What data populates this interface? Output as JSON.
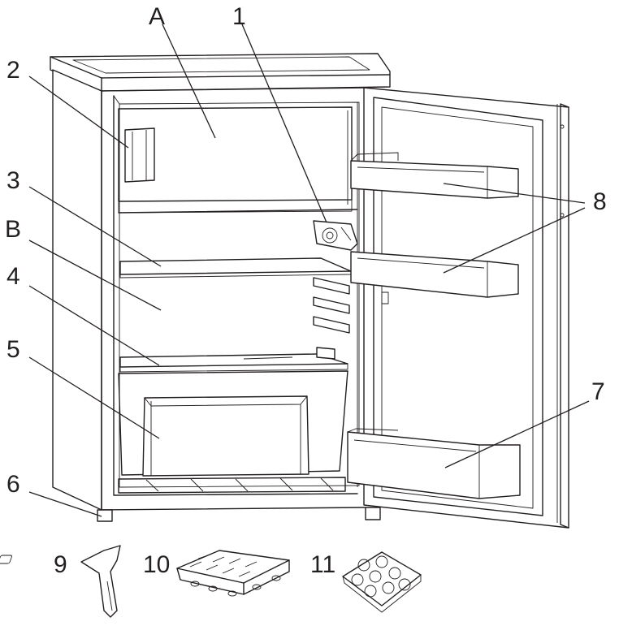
{
  "callouts": {
    "A": "A",
    "B": "B",
    "n1": "1",
    "n2": "2",
    "n3": "3",
    "n4": "4",
    "n5": "5",
    "n6": "6",
    "n7": "7",
    "n8": "8",
    "n9": "9",
    "n10": "10",
    "n11": "11"
  },
  "colors": {
    "line": "#231f20",
    "background": "#ffffff"
  }
}
